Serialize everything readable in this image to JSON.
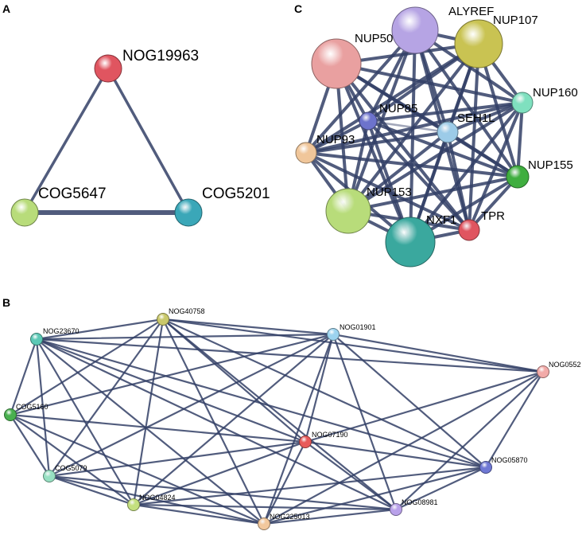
{
  "panels": [
    {
      "id": "A",
      "label": "A",
      "nodes": [
        {
          "name": "NOG19963",
          "color": "#e05560"
        },
        {
          "name": "COG5647",
          "color": "#b8dc7a"
        },
        {
          "name": "COG5201",
          "color": "#3aa7b8"
        }
      ],
      "edges": [
        [
          0,
          1,
          "normal"
        ],
        [
          0,
          2,
          "normal"
        ],
        [
          1,
          2,
          "thick"
        ]
      ]
    },
    {
      "id": "B",
      "label": "B",
      "nodes": [
        {
          "name": "NOG40758",
          "color": "#c9c86a"
        },
        {
          "name": "NOG23670",
          "color": "#5cc9b6"
        },
        {
          "name": "NOG01901",
          "color": "#9cd3ef"
        },
        {
          "name": "NOG0552",
          "color": "#f2aaa8"
        },
        {
          "name": "COG5160",
          "color": "#49b04f"
        },
        {
          "name": "NOG07190",
          "color": "#e85a5a"
        },
        {
          "name": "COG5079",
          "color": "#97e0c2"
        },
        {
          "name": "NOG05870",
          "color": "#6f78d4"
        },
        {
          "name": "NOG04824",
          "color": "#c4e07f"
        },
        {
          "name": "NOG08981",
          "color": "#b9a1ea"
        },
        {
          "name": "NOG225013",
          "color": "#f2c89d"
        }
      ]
    },
    {
      "id": "C",
      "label": "C",
      "nodes": [
        {
          "name": "",
          "color": "#e9a0a0"
        },
        {
          "name": "NUP50",
          "color": "#b6a4e4"
        },
        {
          "name": "ALYREF",
          "color": "#b6a4e4"
        },
        {
          "name": "NUP107",
          "color": "#c9c352"
        },
        {
          "name": "NUP160",
          "color": "#7fe0bf"
        },
        {
          "name": "NUP85",
          "color": "#6d73cc"
        },
        {
          "name": "SEH1L",
          "color": "#9ccbe8"
        },
        {
          "name": "NUP93",
          "color": "#f0c69a"
        },
        {
          "name": "NUP155",
          "color": "#3fae3f"
        },
        {
          "name": "NUP153",
          "color": "#b8dc7a"
        },
        {
          "name": "NXF1",
          "color": "#3aa89e"
        },
        {
          "name": "TPR",
          "color": "#e05560"
        }
      ]
    }
  ],
  "colors": {
    "edge": "#333f66",
    "panel_label": "#000000",
    "node_label": "#000000"
  }
}
